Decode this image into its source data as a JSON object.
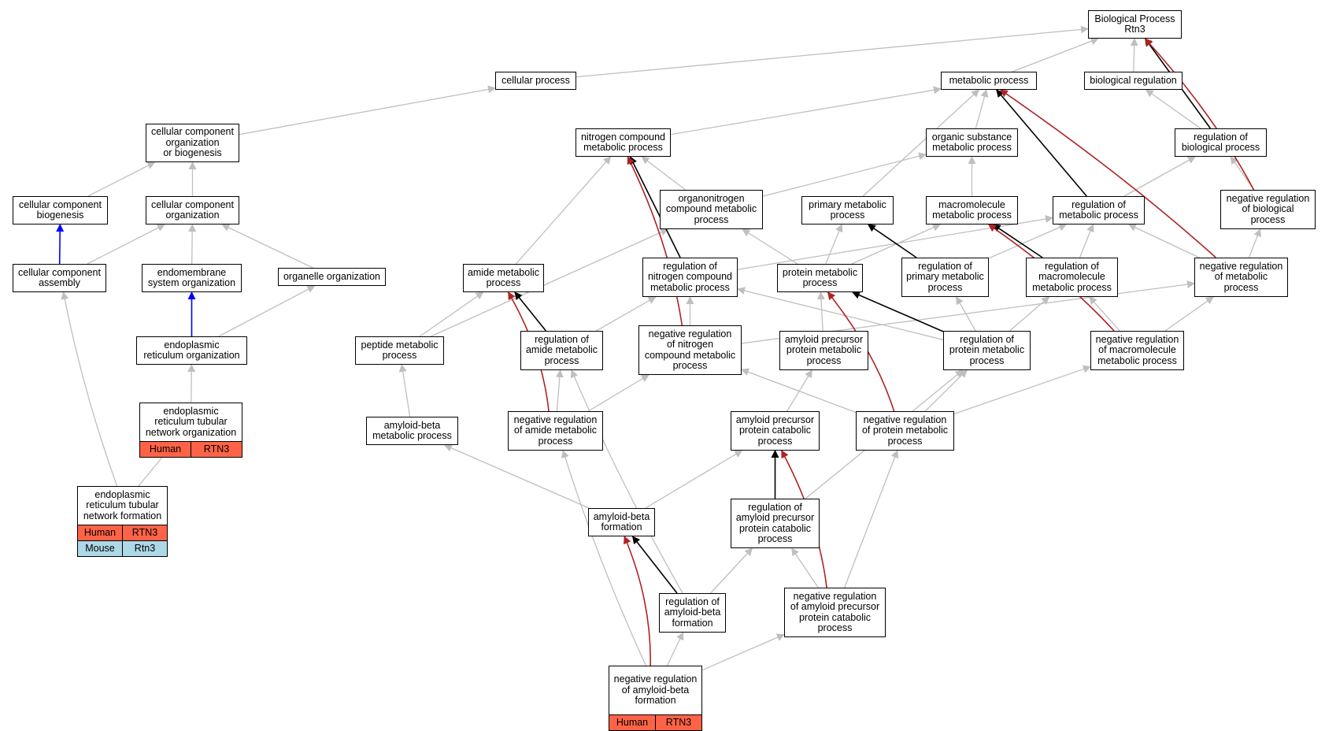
{
  "diagram": {
    "colors": {
      "is_a": "#bfbfbf",
      "part_of": "#0000ff",
      "regulates": "#000000",
      "negatively_regulates": "#b22222",
      "human": "#ff6347",
      "mouse": "#add8e6"
    },
    "nodes": {
      "bp": "Biological Process\nRtn3",
      "cellular_process": "cellular process",
      "metabolic_process": "metabolic process",
      "biological_regulation": "biological regulation",
      "ccob": "cellular component\norganization\nor biogenesis",
      "nitrogen_compound": "nitrogen compound\nmetabolic process",
      "organic_substance": "organic substance\nmetabolic process",
      "reg_biological": "regulation of\nbiological process",
      "cc_biogenesis": "cellular component\nbiogenesis",
      "cc_organization": "cellular component\norganization",
      "organonitrogen": "organonitrogen\ncompound metabolic\nprocess",
      "primary_metabolic": "primary metabolic\nprocess",
      "macromolecule": "macromolecule\nmetabolic process",
      "reg_metabolic": "regulation of\nmetabolic process",
      "neg_reg_biological": "negative regulation\nof biological\nprocess",
      "cc_assembly": "cellular component\nassembly",
      "endomembrane": "endomembrane\nsystem organization",
      "organelle_org": "organelle organization",
      "amide_metabolic": "amide metabolic\nprocess",
      "reg_nitrogen": "regulation of\nnitrogen compound\nmetabolic process",
      "protein_metabolic": "protein metabolic\nprocess",
      "reg_primary": "regulation of\nprimary metabolic\nprocess",
      "reg_macromolecule": "regulation of\nmacromolecule\nmetabolic process",
      "neg_reg_metabolic": "negative regulation\nof metabolic\nprocess",
      "er_org": "endoplasmic\nreticulum organization",
      "peptide_metabolic": "peptide metabolic\nprocess",
      "reg_amide": "regulation of\namide metabolic\nprocess",
      "neg_reg_nitrogen": "negative regulation\nof nitrogen\ncompound metabolic\nprocess",
      "app_metabolic": "amyloid precursor\nprotein metabolic\nprocess",
      "reg_protein_metabolic": "regulation of\nprotein metabolic\nprocess",
      "neg_reg_macromolecule": "negative regulation\nof macromolecule\nmetabolic process",
      "er_tubular_org": "endoplasmic\nreticulum tubular\nnetwork organization",
      "ab_metabolic": "amyloid-beta\nmetabolic process",
      "neg_reg_amide": "negative regulation\nof amide metabolic\nprocess",
      "app_catabolic": "amyloid precursor\nprotein catabolic\nprocess",
      "neg_reg_protein_metabolic": "negative regulation\nof protein metabolic\nprocess",
      "er_tubular_formation": "endoplasmic\nreticulum tubular\nnetwork formation",
      "ab_formation": "amyloid-beta\nformation",
      "reg_app_catabolic": "regulation of\namyloid precursor\nprotein catabolic\nprocess",
      "reg_ab_formation": "regulation of\namyloid-beta\nformation",
      "neg_reg_app_catabolic": "negative regulation\nof amyloid precursor\nprotein catabolic\nprocess",
      "neg_reg_ab_formation": "negative regulation\nof amyloid-beta\nformation"
    },
    "annotations": {
      "er_tubular_org": [
        {
          "species": "Human",
          "gene": "RTN3",
          "color": "human"
        }
      ],
      "er_tubular_formation": [
        {
          "species": "Human",
          "gene": "RTN3",
          "color": "human"
        },
        {
          "species": "Mouse",
          "gene": "Rtn3",
          "color": "mouse"
        }
      ],
      "neg_reg_ab_formation": [
        {
          "species": "Human",
          "gene": "RTN3",
          "color": "human"
        }
      ]
    },
    "edges": [
      {
        "from": "cellular_process",
        "to": "bp",
        "type": "is_a"
      },
      {
        "from": "metabolic_process",
        "to": "bp",
        "type": "is_a"
      },
      {
        "from": "biological_regulation",
        "to": "bp",
        "type": "is_a"
      },
      {
        "from": "reg_biological",
        "to": "bp",
        "type": "regulates"
      },
      {
        "from": "neg_reg_biological",
        "to": "bp",
        "type": "negatively_regulates"
      },
      {
        "from": "ccob",
        "to": "cellular_process",
        "type": "is_a"
      },
      {
        "from": "nitrogen_compound",
        "to": "metabolic_process",
        "type": "is_a"
      },
      {
        "from": "organic_substance",
        "to": "metabolic_process",
        "type": "is_a"
      },
      {
        "from": "primary_metabolic",
        "to": "metabolic_process",
        "type": "is_a"
      },
      {
        "from": "reg_metabolic",
        "to": "metabolic_process",
        "type": "regulates"
      },
      {
        "from": "neg_reg_metabolic",
        "to": "metabolic_process",
        "type": "negatively_regulates"
      },
      {
        "from": "reg_biological",
        "to": "biological_regulation",
        "type": "is_a"
      },
      {
        "from": "cc_biogenesis",
        "to": "ccob",
        "type": "is_a"
      },
      {
        "from": "cc_organization",
        "to": "ccob",
        "type": "is_a"
      },
      {
        "from": "organonitrogen",
        "to": "nitrogen_compound",
        "type": "is_a"
      },
      {
        "from": "amide_metabolic",
        "to": "nitrogen_compound",
        "type": "is_a"
      },
      {
        "from": "reg_nitrogen",
        "to": "nitrogen_compound",
        "type": "regulates"
      },
      {
        "from": "neg_reg_nitrogen",
        "to": "nitrogen_compound",
        "type": "negatively_regulates"
      },
      {
        "from": "organonitrogen",
        "to": "organic_substance",
        "type": "is_a"
      },
      {
        "from": "macromolecule",
        "to": "organic_substance",
        "type": "is_a"
      },
      {
        "from": "reg_metabolic",
        "to": "reg_biological",
        "type": "is_a"
      },
      {
        "from": "neg_reg_biological",
        "to": "reg_biological",
        "type": "is_a"
      },
      {
        "from": "cc_assembly",
        "to": "cc_biogenesis",
        "type": "part_of"
      },
      {
        "from": "cc_assembly",
        "to": "cc_organization",
        "type": "is_a"
      },
      {
        "from": "endomembrane",
        "to": "cc_organization",
        "type": "is_a"
      },
      {
        "from": "organelle_org",
        "to": "cc_organization",
        "type": "is_a"
      },
      {
        "from": "protein_metabolic",
        "to": "organonitrogen",
        "type": "is_a"
      },
      {
        "from": "peptide_metabolic",
        "to": "organonitrogen",
        "type": "is_a"
      },
      {
        "from": "protein_metabolic",
        "to": "primary_metabolic",
        "type": "is_a"
      },
      {
        "from": "reg_primary",
        "to": "primary_metabolic",
        "type": "regulates"
      },
      {
        "from": "protein_metabolic",
        "to": "macromolecule",
        "type": "is_a"
      },
      {
        "from": "reg_macromolecule",
        "to": "macromolecule",
        "type": "regulates"
      },
      {
        "from": "neg_reg_macromolecule",
        "to": "macromolecule",
        "type": "negatively_regulates"
      },
      {
        "from": "reg_nitrogen",
        "to": "reg_metabolic",
        "type": "is_a"
      },
      {
        "from": "reg_primary",
        "to": "reg_metabolic",
        "type": "is_a"
      },
      {
        "from": "reg_macromolecule",
        "to": "reg_metabolic",
        "type": "is_a"
      },
      {
        "from": "neg_reg_metabolic",
        "to": "reg_metabolic",
        "type": "is_a"
      },
      {
        "from": "neg_reg_metabolic",
        "to": "neg_reg_biological",
        "type": "is_a"
      },
      {
        "from": "er_org",
        "to": "endomembrane",
        "type": "part_of"
      },
      {
        "from": "er_org",
        "to": "organelle_org",
        "type": "is_a"
      },
      {
        "from": "peptide_metabolic",
        "to": "amide_metabolic",
        "type": "is_a"
      },
      {
        "from": "reg_amide",
        "to": "amide_metabolic",
        "type": "regulates"
      },
      {
        "from": "neg_reg_amide",
        "to": "amide_metabolic",
        "type": "negatively_regulates"
      },
      {
        "from": "neg_reg_nitrogen",
        "to": "reg_nitrogen",
        "type": "is_a"
      },
      {
        "from": "reg_amide",
        "to": "reg_nitrogen",
        "type": "is_a"
      },
      {
        "from": "reg_protein_metabolic",
        "to": "reg_nitrogen",
        "type": "is_a"
      },
      {
        "from": "app_metabolic",
        "to": "protein_metabolic",
        "type": "is_a"
      },
      {
        "from": "reg_protein_metabolic",
        "to": "protein_metabolic",
        "type": "regulates"
      },
      {
        "from": "neg_reg_protein_metabolic",
        "to": "protein_metabolic",
        "type": "negatively_regulates"
      },
      {
        "from": "reg_protein_metabolic",
        "to": "reg_primary",
        "type": "is_a"
      },
      {
        "from": "reg_protein_metabolic",
        "to": "reg_macromolecule",
        "type": "is_a"
      },
      {
        "from": "neg_reg_macromolecule",
        "to": "reg_macromolecule",
        "type": "is_a"
      },
      {
        "from": "neg_reg_nitrogen",
        "to": "neg_reg_metabolic",
        "type": "is_a"
      },
      {
        "from": "neg_reg_macromolecule",
        "to": "neg_reg_metabolic",
        "type": "is_a"
      },
      {
        "from": "er_tubular_org",
        "to": "er_org",
        "type": "is_a"
      },
      {
        "from": "ab_metabolic",
        "to": "peptide_metabolic",
        "type": "is_a"
      },
      {
        "from": "neg_reg_amide",
        "to": "reg_amide",
        "type": "is_a"
      },
      {
        "from": "neg_reg_amide",
        "to": "neg_reg_nitrogen",
        "type": "is_a"
      },
      {
        "from": "neg_reg_protein_metabolic",
        "to": "neg_reg_nitrogen",
        "type": "is_a"
      },
      {
        "from": "app_catabolic",
        "to": "app_metabolic",
        "type": "is_a"
      },
      {
        "from": "neg_reg_protein_metabolic",
        "to": "reg_protein_metabolic",
        "type": "is_a"
      },
      {
        "from": "neg_reg_protein_metabolic",
        "to": "neg_reg_macromolecule",
        "type": "is_a"
      },
      {
        "from": "er_tubular_formation",
        "to": "er_tubular_org",
        "type": "is_a"
      },
      {
        "from": "er_tubular_formation",
        "to": "cc_assembly",
        "type": "is_a"
      },
      {
        "from": "ab_formation",
        "to": "ab_metabolic",
        "type": "is_a"
      },
      {
        "from": "ab_formation",
        "to": "app_catabolic",
        "type": "is_a"
      },
      {
        "from": "reg_app_catabolic",
        "to": "app_catabolic",
        "type": "regulates"
      },
      {
        "from": "neg_reg_app_catabolic",
        "to": "app_catabolic",
        "type": "negatively_regulates"
      },
      {
        "from": "reg_app_catabolic",
        "to": "reg_protein_metabolic",
        "type": "is_a"
      },
      {
        "from": "neg_reg_app_catabolic",
        "to": "neg_reg_protein_metabolic",
        "type": "is_a"
      },
      {
        "from": "reg_ab_formation",
        "to": "ab_formation",
        "type": "regulates"
      },
      {
        "from": "reg_ab_formation",
        "to": "reg_amide",
        "type": "is_a"
      },
      {
        "from": "reg_ab_formation",
        "to": "reg_app_catabolic",
        "type": "is_a"
      },
      {
        "from": "neg_reg_app_catabolic",
        "to": "reg_app_catabolic",
        "type": "is_a"
      },
      {
        "from": "neg_reg_ab_formation",
        "to": "ab_formation",
        "type": "negatively_regulates"
      },
      {
        "from": "neg_reg_ab_formation",
        "to": "reg_ab_formation",
        "type": "is_a"
      },
      {
        "from": "neg_reg_ab_formation",
        "to": "neg_reg_amide",
        "type": "is_a"
      },
      {
        "from": "neg_reg_ab_formation",
        "to": "neg_reg_app_catabolic",
        "type": "is_a"
      }
    ]
  }
}
